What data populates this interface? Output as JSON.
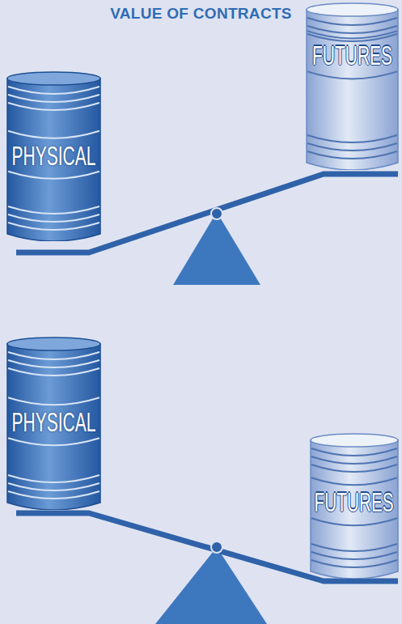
{
  "diagram": {
    "title": "VALUE OF CONTRACTS",
    "nodes": [
      {
        "text": [
          "PHYSICAL"
        ]
      },
      {
        "text": [
          "FUTURES"
        ]
      },
      {
        "text": [
          "PHYSICAL"
        ]
      },
      {
        "text": [
          "FUTURES"
        ]
      }
    ]
  }
}
